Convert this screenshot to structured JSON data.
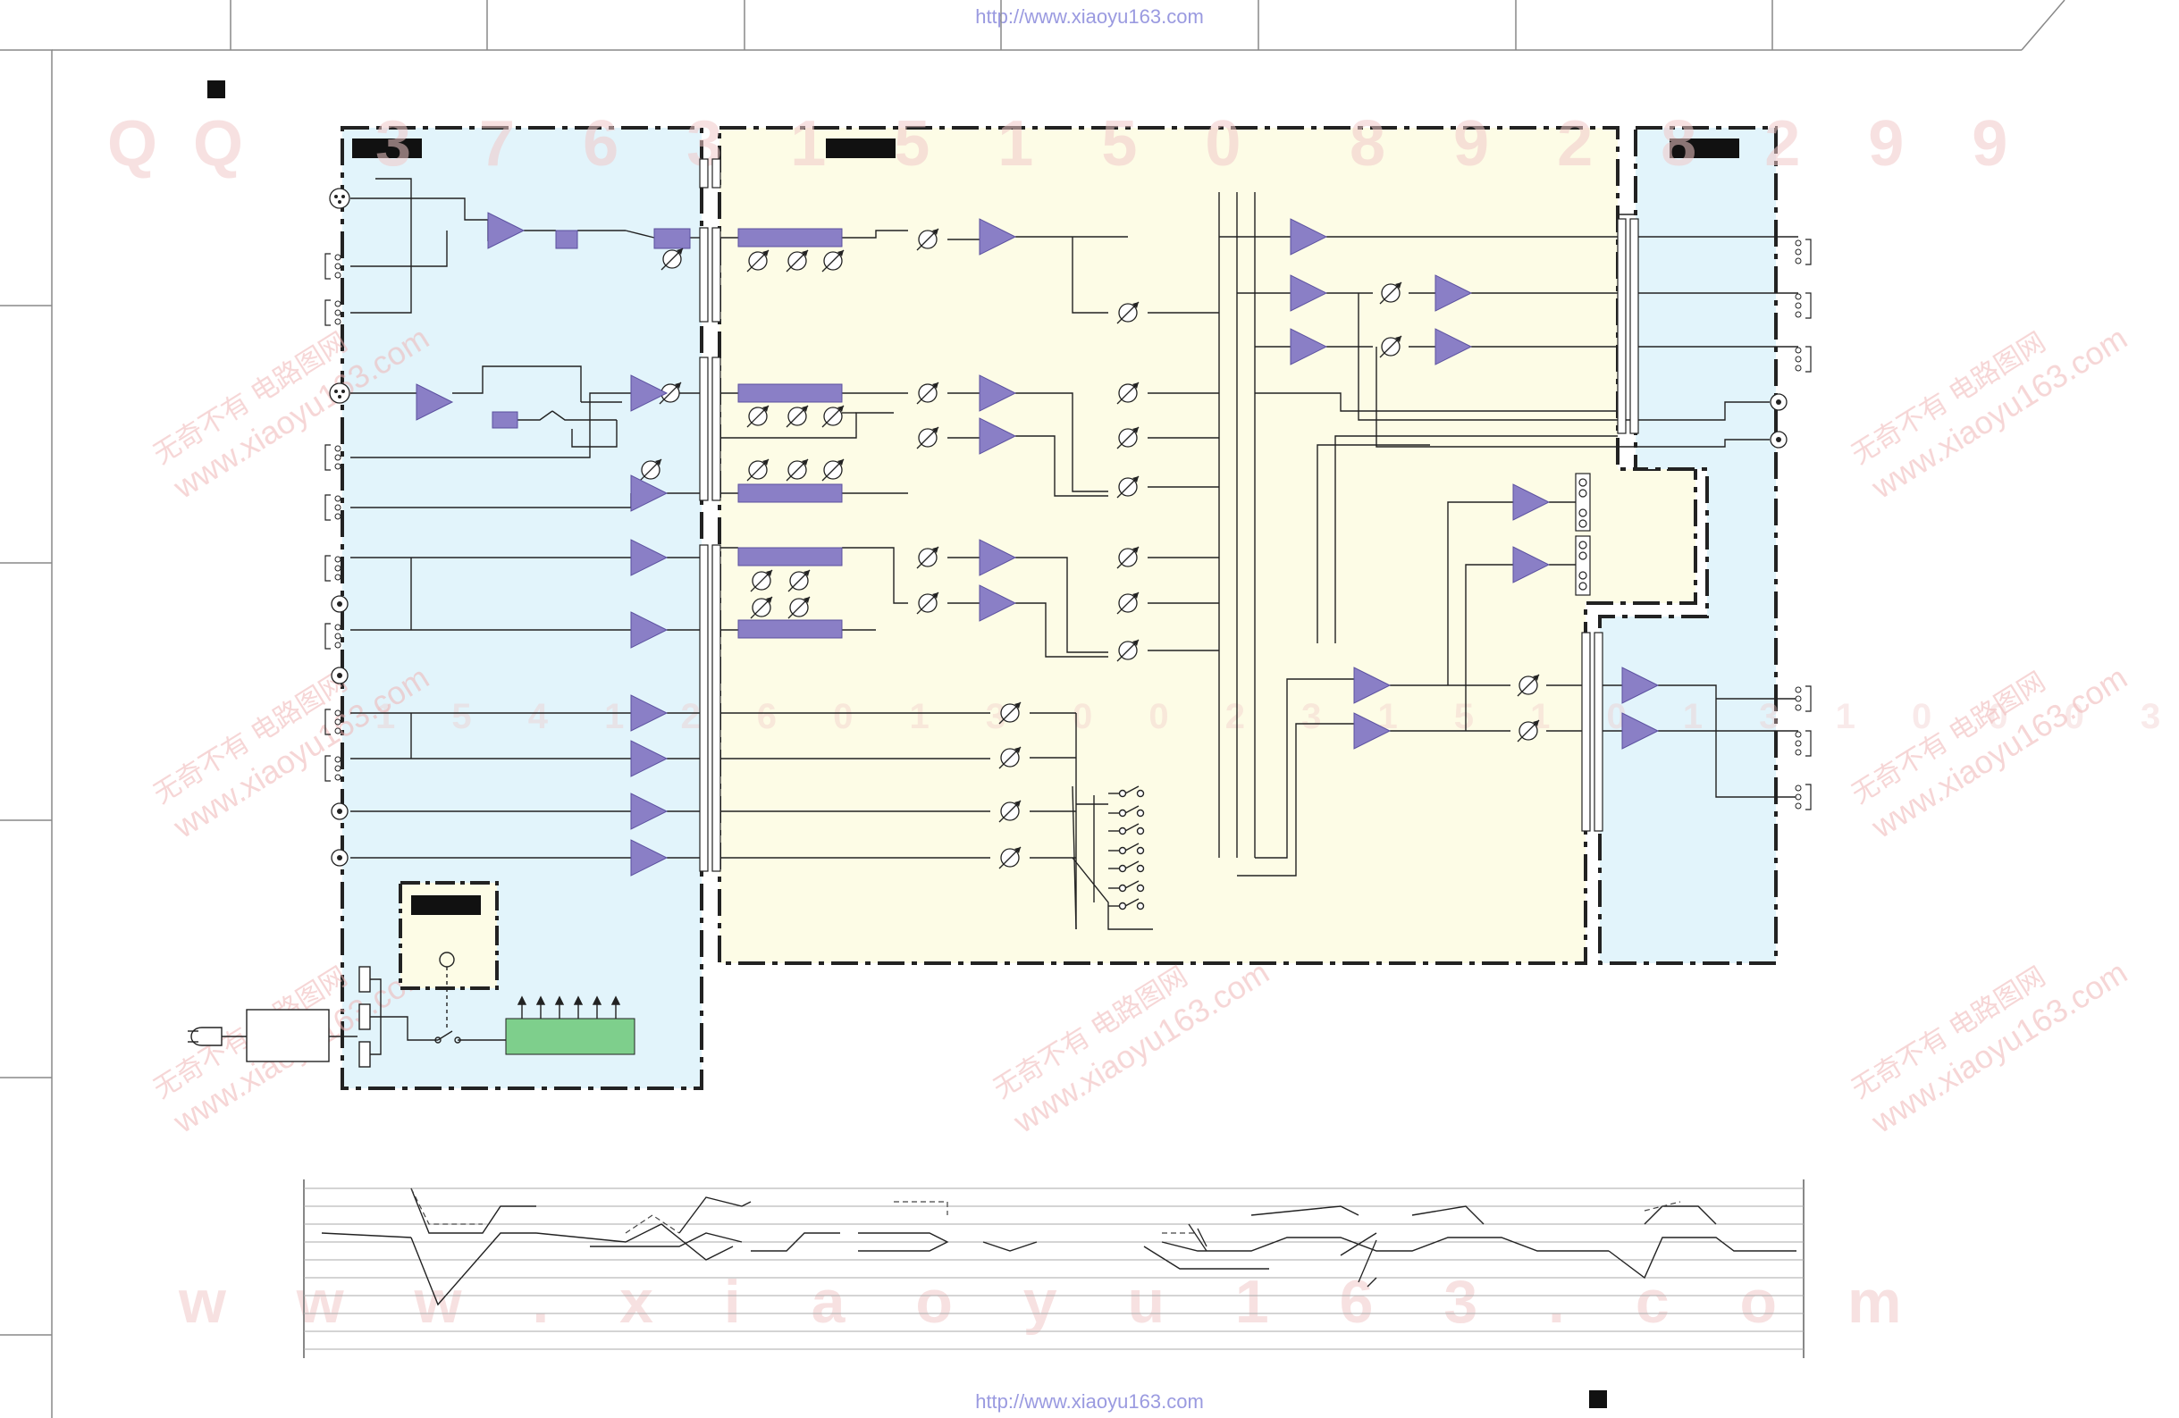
{
  "header_url": "http://www.xiaoyu163.com",
  "footer_url": "http://www.xiaoyu163.com",
  "watermarks": {
    "qq_digits": "Q Q 3 7 6 3 1 5 1 5 0 8 9 2 8 2 9 9",
    "domain_spaced": "w w w . x i a o y u 1 6 3 . c o m",
    "domain": "www.xiaoyu163.com",
    "chinese_stamp": "无奇不有 电路图网"
  },
  "colors": {
    "input_panel": "#e2f4fb",
    "main_panel": "#fdfce6",
    "output_panel": "#e2f4fb",
    "amp": "#8a7fc6",
    "power_block": "#7ecf8c",
    "watermark": "#f0c8c8",
    "url": "#9a9ae0"
  }
}
